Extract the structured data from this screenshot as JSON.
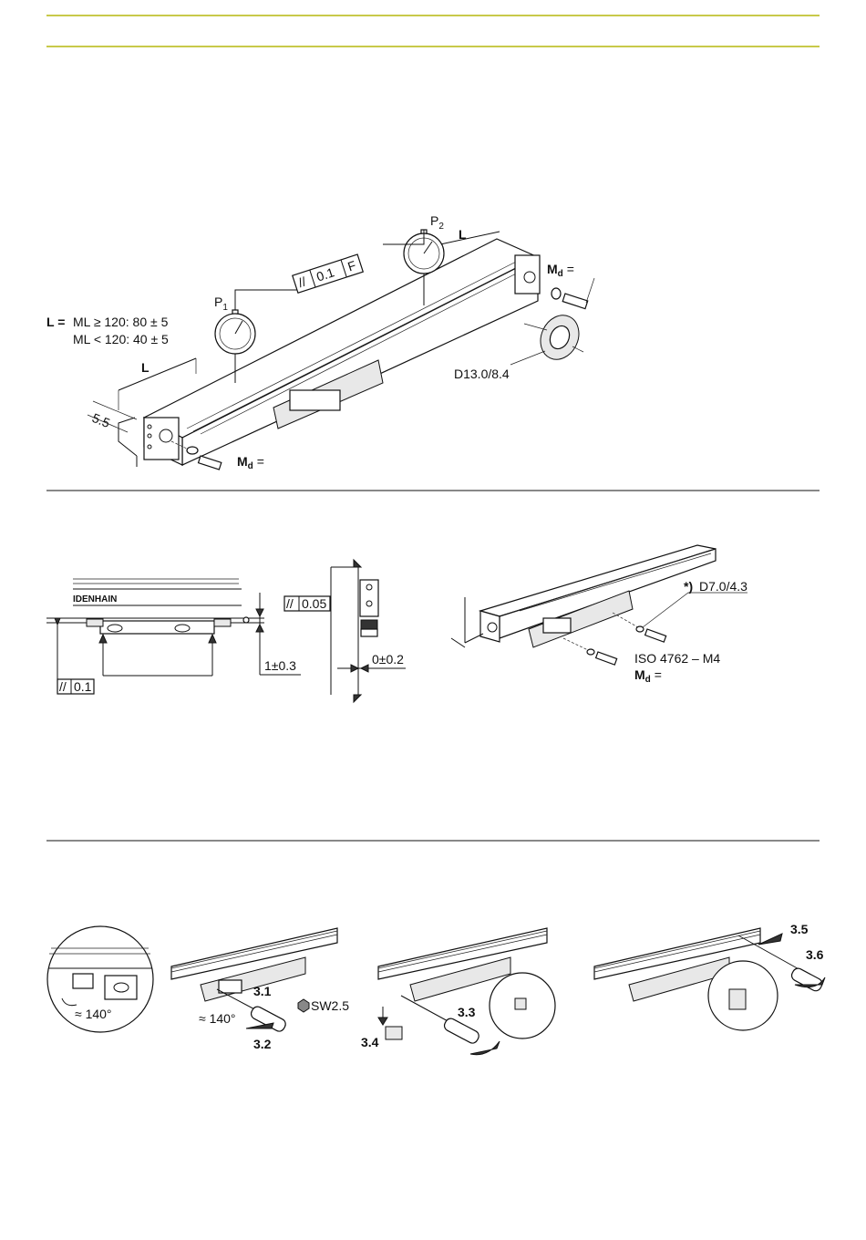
{
  "colors": {
    "accent_rule": "#c8c94a",
    "rule": "#111111"
  },
  "fig1": {
    "p1": "P",
    "p1_sub": "1",
    "p2": "P",
    "p2_sub": "2",
    "tol_symbol": "//",
    "tol_value": "0.1",
    "tol_datum": "F",
    "L": "L",
    "L_eq": "L =",
    "ml_ge": "ML ≥ 120: 80 ± 5",
    "ml_lt": "ML < 120: 40 ± 5",
    "dim_55": "5.5",
    "md": "M",
    "md_sub": "d",
    "md_eq": "=",
    "washer": "D13.0/8.4"
  },
  "fig2": {
    "brand": "IDENHAIN",
    "tol_a": "0.05",
    "tol_b": "0.1",
    "tol_sym": "//",
    "dim_a": "1±0.3",
    "dim_b": "0±0.2",
    "star": "*)",
    "washer": "D7.0/4.3",
    "screw": "ISO 4762 – M4",
    "md": "M",
    "md_sub": "d",
    "md_eq": "="
  },
  "fig3": {
    "angle_a": "≈ 140°",
    "angle_b": "≈ 140°",
    "step31": "3.1",
    "step32": "3.2",
    "sw": "SW2.5",
    "step33": "3.3",
    "step34": "3.4",
    "step35": "3.5",
    "step36": "3.6"
  }
}
